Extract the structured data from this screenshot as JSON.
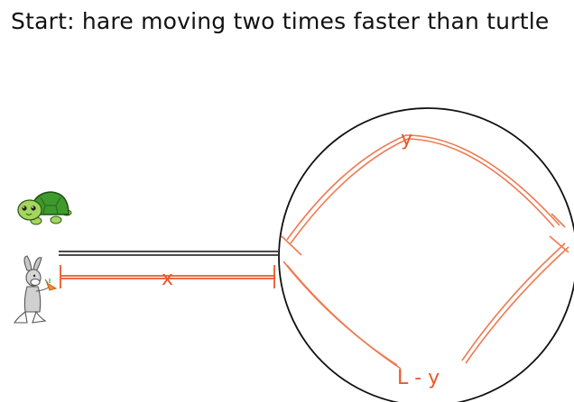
{
  "title": "Start: hare moving two times faster than turtle",
  "labels": {
    "x_segment": "x",
    "arc_top": "y",
    "arc_bottom": "L - y"
  },
  "characters": {
    "turtle": "turtle-icon",
    "hare": "hare-icon"
  },
  "colors": {
    "ink": "#111111",
    "measure": "#e8582a",
    "arc": "#ee7a52",
    "turtle_shell": "#3e9a2c",
    "turtle_skin": "#a4d65e"
  }
}
